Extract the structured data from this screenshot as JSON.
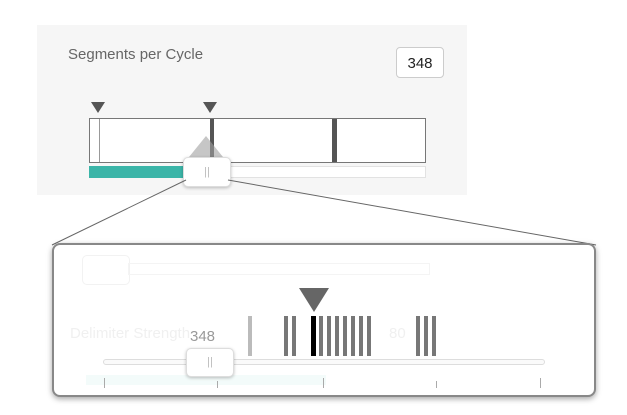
{
  "control": {
    "title": "Segments per Cycle",
    "value": "348",
    "progress_fraction": 0.29
  },
  "magnifier": {
    "value_label": "348",
    "faded_label": "Delimiter Strength",
    "faded_value": "80"
  }
}
